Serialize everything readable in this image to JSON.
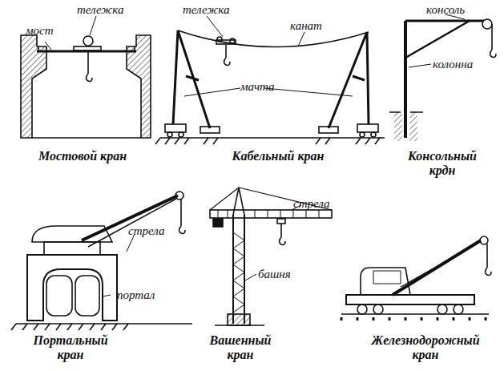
{
  "diagram": {
    "labels": [
      "мост",
      "тележка",
      "Мостовой кран",
      "тележка",
      "канат",
      "мачта",
      "Кабельный кран",
      "консоль",
      "колонна",
      "Консольный крдн",
      "стрела",
      "портал",
      "Портальный кран",
      "стрела",
      "башня",
      "Вашенный кран",
      "Железнодорожный кран"
    ]
  }
}
